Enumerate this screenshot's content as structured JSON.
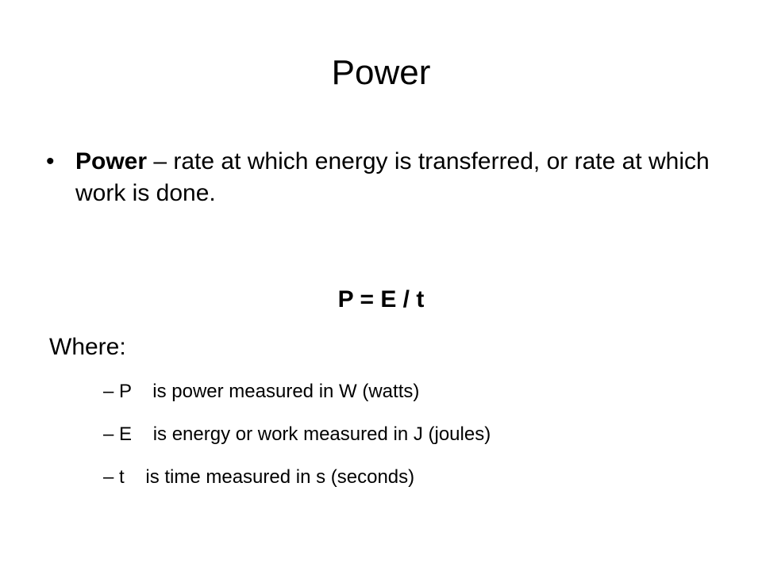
{
  "slide": {
    "title": "Power",
    "bullet": {
      "term": "Power",
      "definition": " – rate at which energy is transferred, or rate at which work is done."
    },
    "formula": "P = E / t",
    "where_label": "Where:",
    "variables": [
      "– P    is power measured in W (watts)",
      "– E    is energy or work measured in J (joules)",
      "– t    is time measured in s (seconds)"
    ]
  }
}
